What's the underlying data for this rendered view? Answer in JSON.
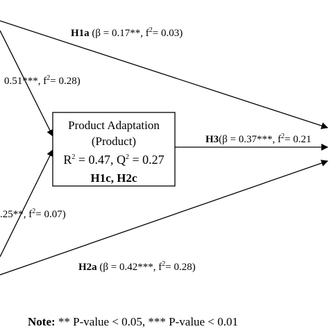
{
  "paths": {
    "h1a": {
      "label": "H1a",
      "stats_open": " (β = 0.17**, f",
      "sup": "2",
      "stats_close": "= 0.03)"
    },
    "h1b_partial": {
      "stats_open": "0.51***, f",
      "sup": "2",
      "stats_close": "= 0.28)"
    },
    "h2b_partial": {
      "stats_open": ".25**, f",
      "sup": "2",
      "stats_close": "= 0.07)"
    },
    "h3": {
      "label": "H3",
      "stats_open": "(β = 0.37***, f",
      "sup": "2",
      "stats_close": "= 0.21"
    },
    "h2a": {
      "label": "H2a",
      "stats_open": " (β = 0.42***, f",
      "sup": "2",
      "stats_close": "= 0.28)"
    }
  },
  "box": {
    "title_line1": "Product Adaptation",
    "title_line2": "(Product)",
    "r_prefix": "R",
    "r_sup": "2",
    "r_value": " = 0.47, Q",
    "q_sup": "2",
    "q_value": " = 0.27",
    "hypotheses": "H1c, H2c"
  },
  "note": {
    "label": "Note:",
    "text": " ** P-value < 0.05, *** P-value < 0.01"
  }
}
